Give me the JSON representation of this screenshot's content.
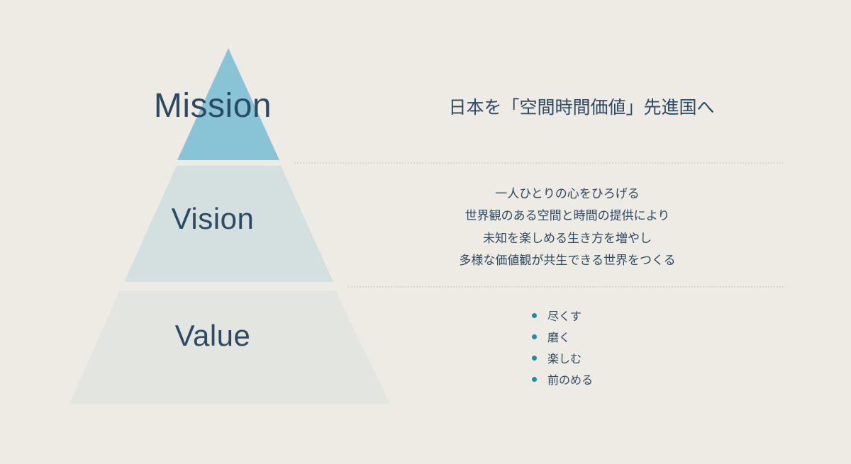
{
  "theme": {
    "background": "#eeeae4",
    "text": "#2c4a63",
    "bullet": "#1b8cb3",
    "divider": "#ddd6cc",
    "tier_mission_fill": "#89c4d6",
    "tier_vision_fill": "#d4e0e0",
    "tier_value_fill": "#e2e5e0"
  },
  "pyramid": {
    "tiers": [
      {
        "key": "mission",
        "label": "Mission",
        "fill": "#89c4d6"
      },
      {
        "key": "vision",
        "label": "Vision",
        "fill": "#d4e0e0"
      },
      {
        "key": "value",
        "label": "Value",
        "fill": "#e2e5e0"
      }
    ]
  },
  "mission": {
    "text": "日本を「空間時間価値」先進国へ"
  },
  "vision": {
    "lines": [
      "一人ひとりの心をひろげる",
      "世界観のある空間と時間の提供により",
      "未知を楽しめる生き方を増やし",
      "多様な価値観が共生できる世界をつくる"
    ]
  },
  "value": {
    "items": [
      "尽くす",
      "磨く",
      "楽しむ",
      "前のめる"
    ]
  }
}
